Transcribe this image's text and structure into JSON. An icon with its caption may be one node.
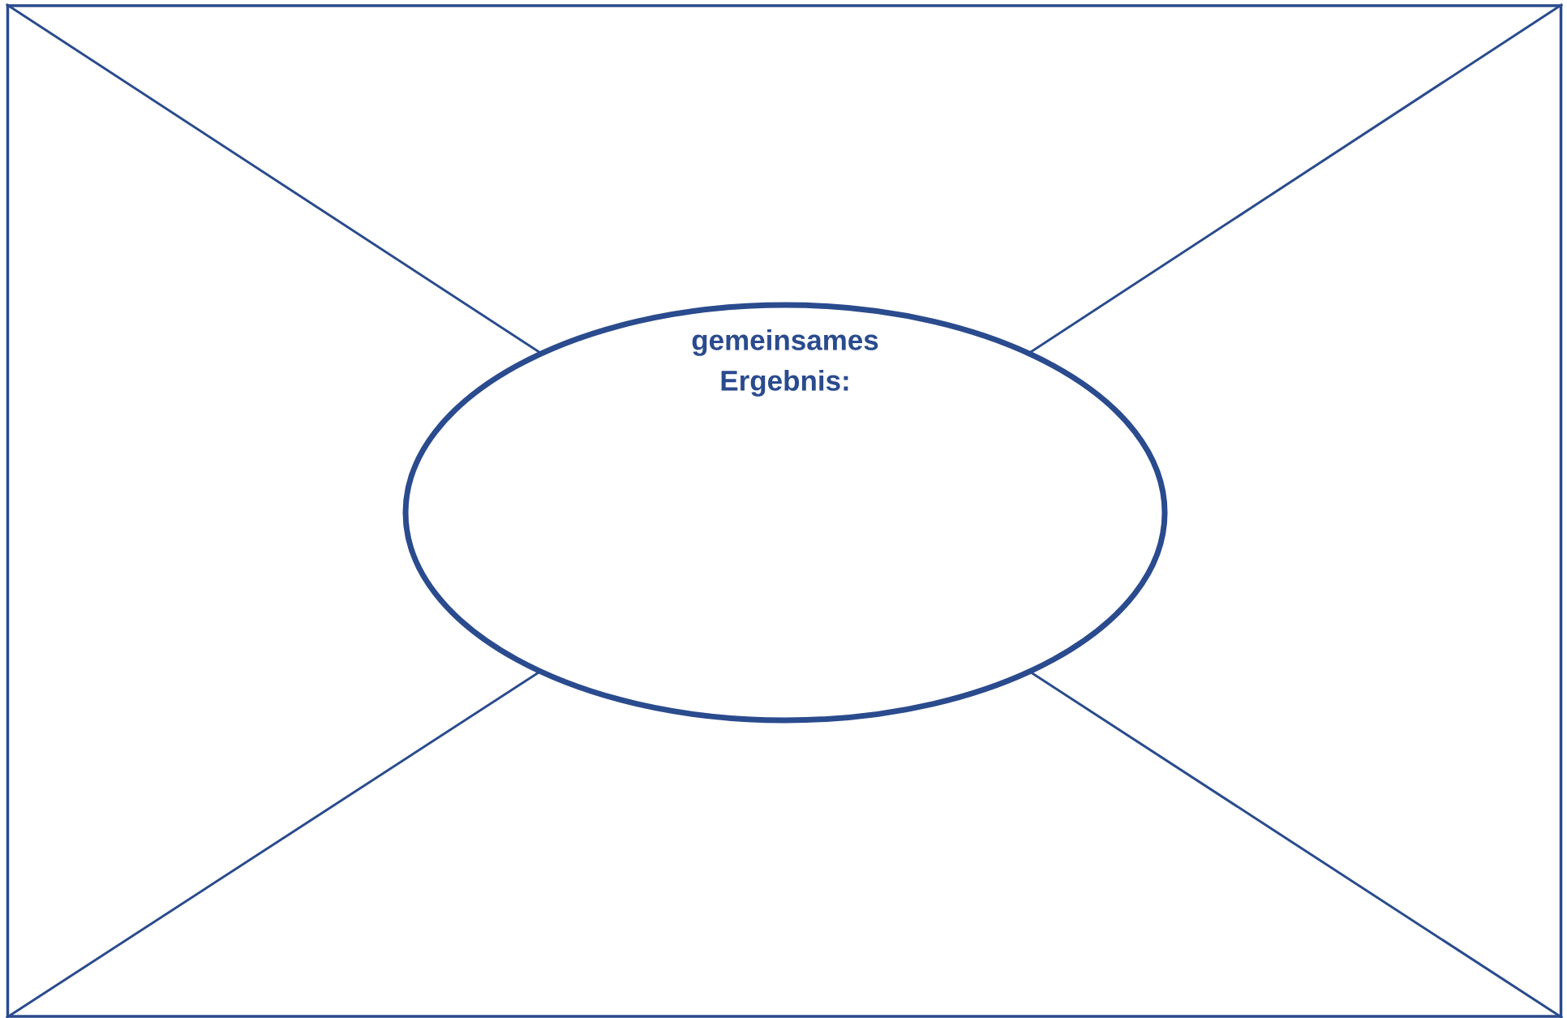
{
  "diagram": {
    "nodes": [
      {
        "text": [],
        "shape": "box"
      },
      {
        "text": [
          "gemeinsames Ergebnis:"
        ],
        "in": 0
      }
    ]
  }
}
